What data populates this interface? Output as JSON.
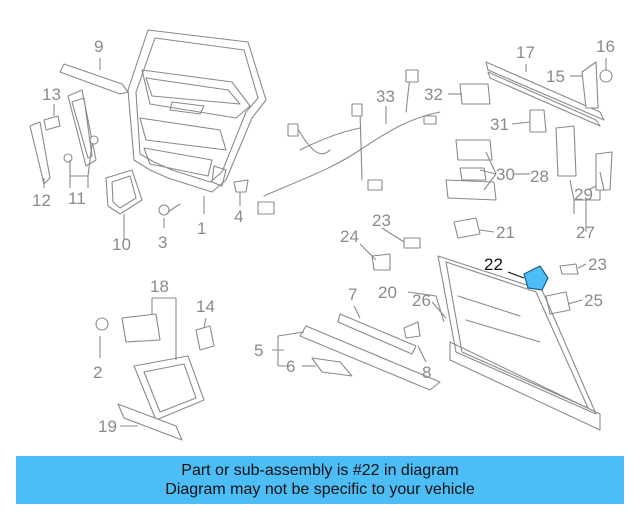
{
  "callouts": {
    "c1": "1",
    "c2": "2",
    "c3": "3",
    "c4": "4",
    "c5": "5",
    "c6": "6",
    "c7": "7",
    "c8": "8",
    "c9": "9",
    "c10": "10",
    "c11": "11",
    "c12": "12",
    "c13": "13",
    "c14": "14",
    "c15": "15",
    "c16": "16",
    "c17": "17",
    "c18": "18",
    "c19": "19",
    "c20": "20",
    "c21": "21",
    "c22": "22",
    "c23a": "23",
    "c23b": "23",
    "c24": "24",
    "c25": "25",
    "c26": "26",
    "c27": "27",
    "c28": "28",
    "c29": "29",
    "c30": "30",
    "c31": "31",
    "c32": "32",
    "c33": "33"
  },
  "highlight": {
    "part_number": "22",
    "color": "#4dbdf5"
  },
  "banner": {
    "line1": "Part or sub-assembly is #22 in diagram",
    "line2": "Diagram may not be specific to your vehicle",
    "background": "#4dbdf5"
  }
}
